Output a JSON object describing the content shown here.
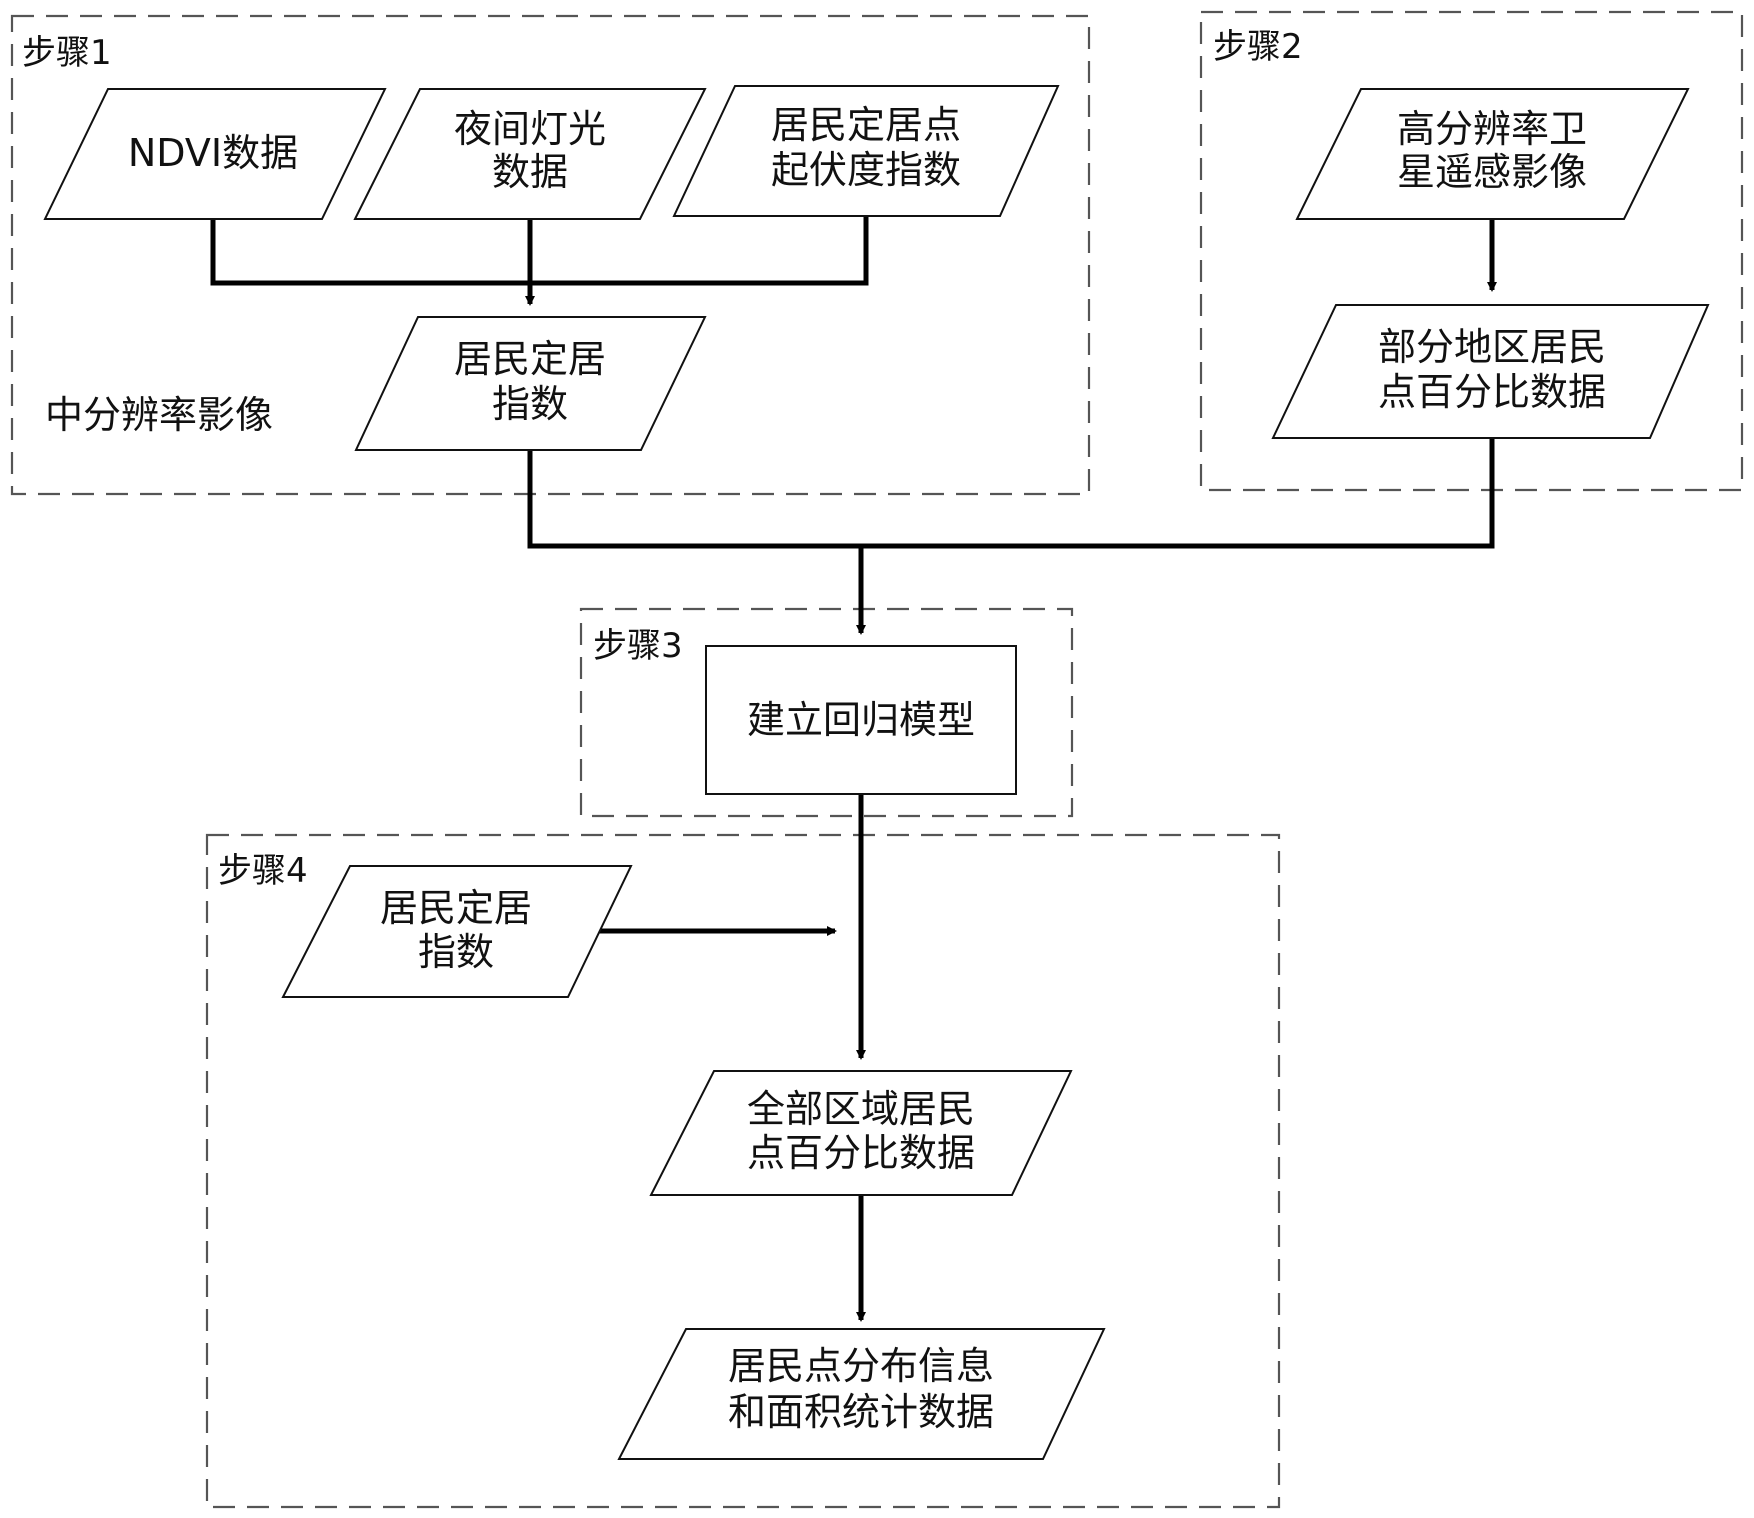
{
  "steps": {
    "step1": {
      "label": "步骤1",
      "note": "中分辨率影像"
    },
    "step2": {
      "label": "步骤2"
    },
    "step3": {
      "label": "步骤3"
    },
    "step4": {
      "label": "步骤4"
    }
  },
  "nodes": {
    "ndvi": {
      "line1": "NDVI数据"
    },
    "night_light": {
      "line1": "夜间灯光",
      "line2": "数据"
    },
    "relief": {
      "line1": "居民定居点",
      "line2": "起伏度指数"
    },
    "settlement_index_1": {
      "line1": "居民定居",
      "line2": "指数"
    },
    "high_res_image": {
      "line1": "高分辨率卫",
      "line2": "星遥感影像"
    },
    "partial_percentage": {
      "line1": "部分地区居民",
      "line2": "点百分比数据"
    },
    "regression_model": {
      "line1": "建立回归模型"
    },
    "settlement_index_2": {
      "line1": "居民定居",
      "line2": "指数"
    },
    "full_percentage": {
      "line1": "全部区域居民",
      "line2": "点百分比数据"
    },
    "final_output": {
      "line1": "居民点分布信息",
      "line2": "和面积统计数据"
    }
  }
}
